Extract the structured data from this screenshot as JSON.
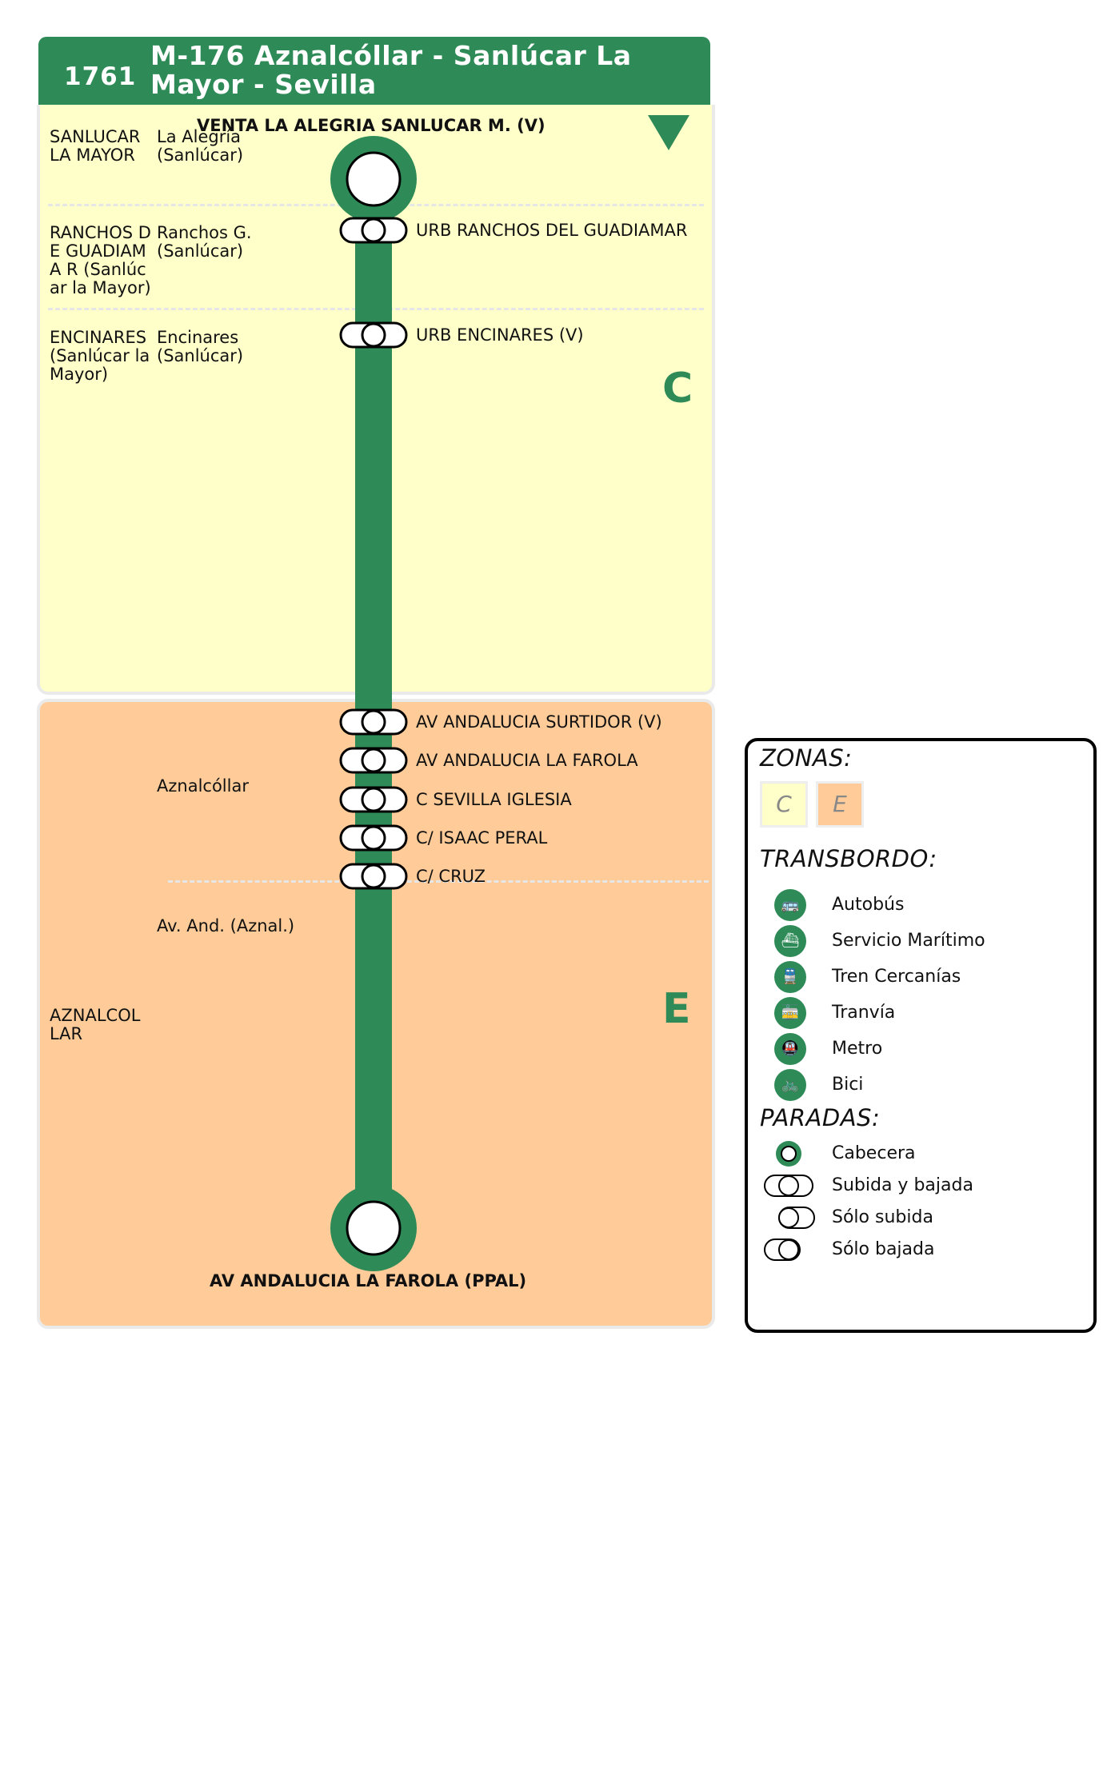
{
  "header": {
    "line_number": "1761",
    "title": "M-176 Aznalcóllar - Sanlúcar La Mayor - Sevilla"
  },
  "zones": [
    {
      "letter": "C",
      "color": "#ffffc9"
    },
    {
      "letter": "E",
      "color": "#ffcc99"
    }
  ],
  "colors": {
    "line": "#2e8b57",
    "zone_c": "#ffffc9",
    "zone_e": "#ffcc99"
  },
  "direction_icon": "triangle-down-icon",
  "municipalities": [
    {
      "name": "SANLUCAR LA MAYOR",
      "nucleus": "La Alegría (Sanlúcar)"
    },
    {
      "name": "RANCHOS DE GUADIAMA R (Sanlúcar la Mayor)",
      "nucleus": "Ranchos G. (Sanlúcar)"
    },
    {
      "name": "ENCINARES (Sanlúcar la Mayor)",
      "nucleus": "Encinares (Sanlúcar)"
    },
    {
      "name": "",
      "nucleus": "Aznalcóllar"
    },
    {
      "name": "AZNALCOL LAR",
      "nucleus": "Av. And. (Aznal.)"
    }
  ],
  "stops": [
    {
      "name": "VENTA LA ALEGRIA SANLUCAR M. (V)",
      "type": "cabecera"
    },
    {
      "name": "URB RANCHOS DEL GUADIAMAR",
      "type": "subida y bajada"
    },
    {
      "name": "URB ENCINARES (V)",
      "type": "subida y bajada"
    },
    {
      "name": "AV ANDALUCIA SURTIDOR (V)",
      "type": "subida y bajada"
    },
    {
      "name": "AV ANDALUCIA LA FAROLA",
      "type": "subida y bajada"
    },
    {
      "name": "C SEVILLA IGLESIA",
      "type": "subida y bajada"
    },
    {
      "name": "C/ ISAAC PERAL",
      "type": "subida y bajada"
    },
    {
      "name": "C/ CRUZ",
      "type": "subida y bajada"
    },
    {
      "name": "AV ANDALUCIA LA FAROLA (PPAL)",
      "type": "cabecera"
    }
  ],
  "legend": {
    "zonas_title": "ZONAS:",
    "zonas": [
      "C",
      "E"
    ],
    "transbordo_title": "TRANSBORDO:",
    "transbordo": [
      {
        "label": "Autobús",
        "icon": "bus-icon"
      },
      {
        "label": "Servicio Marítimo",
        "icon": "boat-icon"
      },
      {
        "label": "Tren Cercanías",
        "icon": "train-icon"
      },
      {
        "label": "Tranvía",
        "icon": "tram-icon"
      },
      {
        "label": "Metro",
        "icon": "metro-icon"
      },
      {
        "label": "Bici",
        "icon": "bike-icon"
      }
    ],
    "paradas_title": "PARADAS:",
    "paradas": [
      {
        "label": "Cabecera",
        "icon": "terminus-icon"
      },
      {
        "label": "Subida y bajada",
        "icon": "board-alight-icon"
      },
      {
        "label": "Sólo subida",
        "icon": "board-only-icon"
      },
      {
        "label": "Sólo bajada",
        "icon": "alight-only-icon"
      }
    ]
  }
}
